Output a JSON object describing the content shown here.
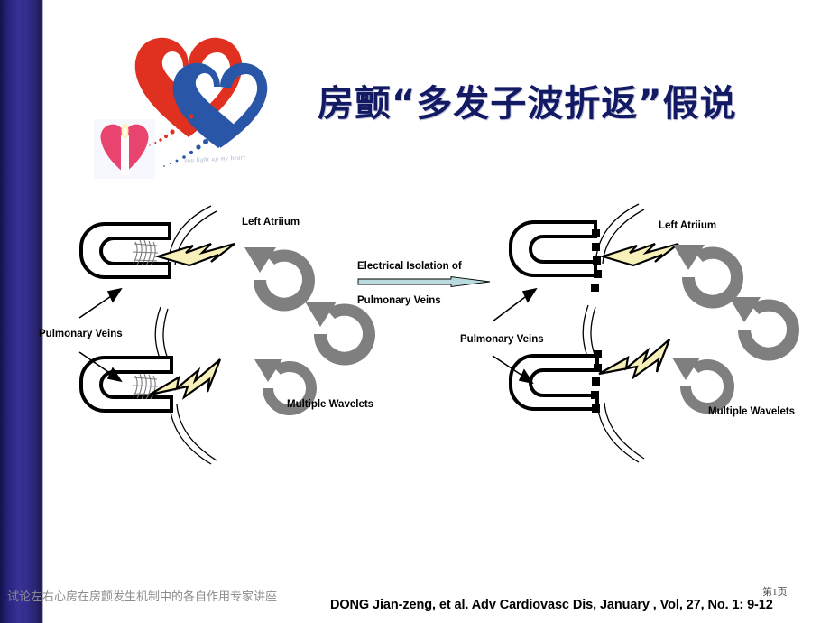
{
  "slide": {
    "title": "房颤“多发子波折返”假说",
    "title_color": "#131a64",
    "background_color": "#ffffff",
    "sidebar_color": "#2d2787"
  },
  "logo": {
    "name": "interlocking-hearts-logo",
    "red_heart_color": "#e03020",
    "blue_heart_color": "#2a56a8",
    "small_heart_color": "#e8446f",
    "script_text": "you light up my heart"
  },
  "diagrams": {
    "left": {
      "caption_atrium": "Left Atriium",
      "caption_pulmonary_veins": "Pulmonary Veins",
      "caption_wavelets": "Multiple Wavelets",
      "vein_marking": "hatched-focus",
      "bolt_color": "#f7f0b8",
      "wavelet_arrow_color": "#7f7f7f"
    },
    "right": {
      "caption_atrium": "Left Atriium",
      "caption_pulmonary_veins": "Pulmonary Veins",
      "caption_wavelets": "Multiple Wavelets",
      "vein_marking": "dotted-ablation-line",
      "bolt_color": "#f7f0b8",
      "wavelet_arrow_color": "#7f7f7f"
    }
  },
  "middle_annotation": {
    "line1": "Electrical Isolation of",
    "line2": "Pulmonary Veins",
    "arrow_color": "#b9dbe0"
  },
  "footer": {
    "left_text": "试论左右心房在房颤发生机制中的各自作用专家讲座",
    "citation": "DONG Jian-zeng, et al. Adv Cardiovasc Dis, January , Vol, 27, No. 1: 9-12",
    "page_label": "第1页"
  }
}
